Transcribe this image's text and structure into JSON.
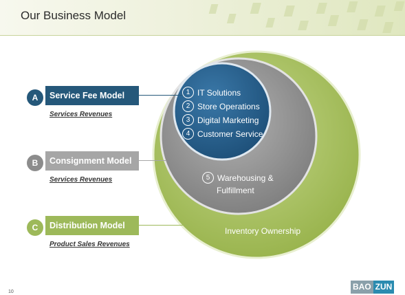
{
  "header": {
    "title": "Our Business Model"
  },
  "models": [
    {
      "letter": "A",
      "name": "Service Fee Model",
      "revenue": "Services Revenues",
      "color": "#25587a",
      "badge_color": "#25587a"
    },
    {
      "letter": "B",
      "name": "Consignment Model",
      "revenue": "Services Revenues",
      "color": "#a6a6a6",
      "badge_color": "#8c8c8c"
    },
    {
      "letter": "C",
      "name": "Distribution Model",
      "revenue": "Product Sales Revenues",
      "color": "#9db95a",
      "badge_color": "#9db95a"
    }
  ],
  "services": [
    {
      "num": "1",
      "label": "IT Solutions"
    },
    {
      "num": "2",
      "label": "Store Operations"
    },
    {
      "num": "3",
      "label": "Digital Marketing"
    },
    {
      "num": "4",
      "label": "Customer Service"
    }
  ],
  "warehousing": {
    "num": "5",
    "line1": "Warehousing &",
    "line2": "Fulfillment"
  },
  "inventory": "Inventory Ownership",
  "logo": {
    "part1": "BAO",
    "part2": "ZUN"
  },
  "page_number": "10",
  "colors": {
    "outer": "#a9c25c",
    "middle": "#8e8e8e",
    "inner": "#245e8e"
  }
}
